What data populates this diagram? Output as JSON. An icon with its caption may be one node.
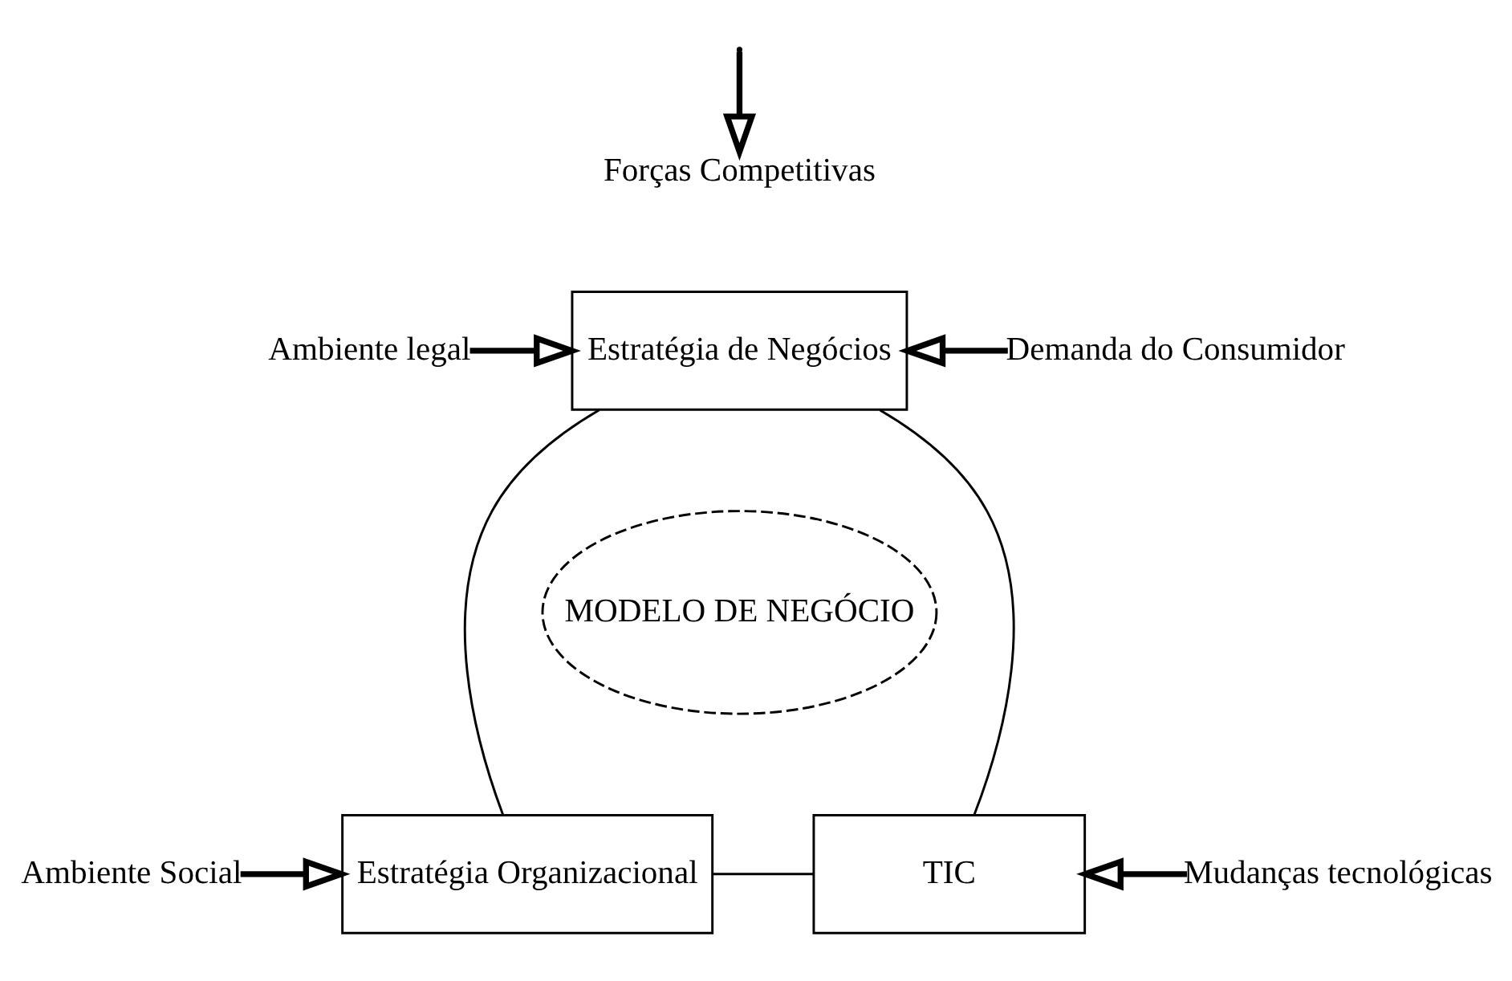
{
  "diagram": {
    "nodes": [
      {
        "text": [
          "Forças Competitivas"
        ]
      },
      {
        "text": [
          "Ambiente legal"
        ]
      },
      {
        "text": [
          "Estratégia de Negócios"
        ]
      },
      {
        "text": [
          "Demanda do Consumidor"
        ]
      },
      {
        "text": [
          "MODELO DE NEGÓCIO"
        ]
      },
      {
        "text": [
          "Ambiente Social"
        ]
      },
      {
        "text": [
          "Estratégia Organizacional"
        ]
      },
      {
        "text": [
          "TIC"
        ]
      },
      {
        "text": [
          "Mudanças tecnológicas"
        ]
      }
    ],
    "edges": [
      {
        "from": null,
        "to": 0,
        "arrow": "to"
      },
      {
        "from": 1,
        "to": 2,
        "arrow": "to"
      },
      {
        "from": 3,
        "to": 2,
        "arrow": "to"
      },
      {
        "from": 5,
        "to": 6,
        "arrow": "to"
      },
      {
        "from": 8,
        "to": 7,
        "arrow": "to"
      },
      {
        "from": 2,
        "to": 6,
        "arrow": "none"
      },
      {
        "from": 2,
        "to": 7,
        "arrow": "none"
      },
      {
        "from": 6,
        "to": 7,
        "arrow": "none"
      }
    ]
  }
}
